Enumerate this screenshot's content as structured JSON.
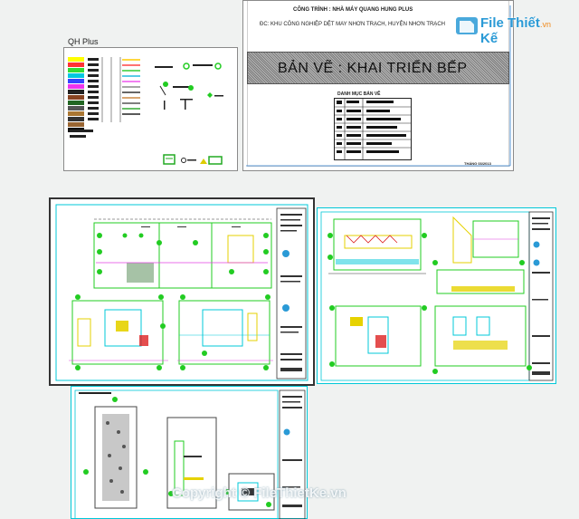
{
  "legend_sheet": {
    "title": "QH Plus"
  },
  "cover_sheet": {
    "project_line": "CÔNG TRÌNH : NHÀ MÁY QUANG HUNG PLUS",
    "location_line": "ĐC: KHU CÔNG NGHIỆP DỆT MAY NHƠN TRẠCH, HUYỆN NHƠN TRẠCH",
    "drawing_title": "BẢN VẼ : KHAI TRIỂN BẾP",
    "index_title": "DANH MỤC BẢN VẼ",
    "date_label": "THÁNG 03/2013"
  },
  "branding": {
    "logo_text": "File Thiết Kế",
    "logo_suffix": ".vn",
    "copyright_text": "Copyright © FileThietKe.vn"
  },
  "colors": {
    "canvas": "#f0f2f1",
    "cad_cyan": "#00c8d8",
    "cad_green": "#22cc22",
    "cad_yellow": "#e6d200",
    "cad_magenta": "#e040e0",
    "cad_red": "#dd2222",
    "brand_blue": "#2a9ad6",
    "brand_orange": "#f08a1c"
  }
}
